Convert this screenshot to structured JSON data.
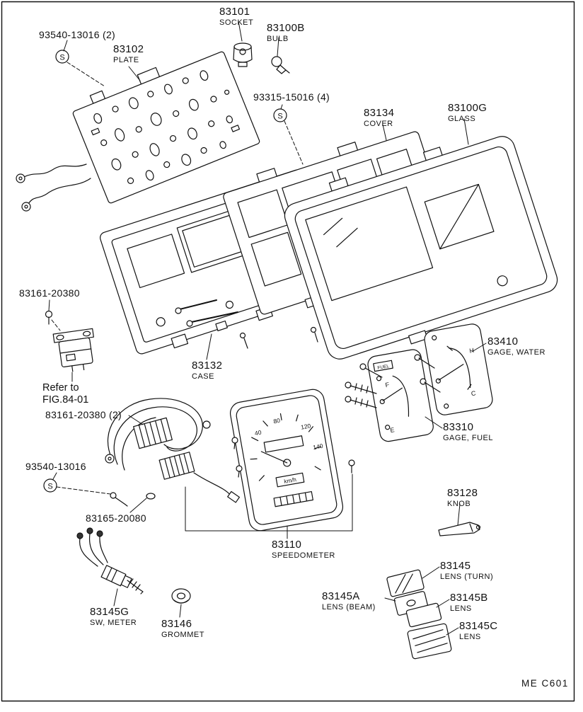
{
  "screw_symbol": "S",
  "footer": {
    "code": "ME  C601"
  },
  "labels": {
    "screw_plate": {
      "code": "93540-13016 (2)"
    },
    "plate": {
      "code": "83102",
      "name": "PLATE"
    },
    "socket": {
      "code": "83101",
      "name": "SOCKET"
    },
    "bulb": {
      "code": "83100B",
      "name": "BULB"
    },
    "screw_cover": {
      "code": "93315-15016 (4)"
    },
    "cover": {
      "code": "83134",
      "name": "COVER"
    },
    "glass": {
      "code": "83100G",
      "name": "GLASS"
    },
    "sensor_upper": {
      "code": "83161-20380"
    },
    "case": {
      "code": "83132",
      "name": "CASE"
    },
    "refer_note": {
      "line1": "Refer to",
      "line2": "FIG.84-01"
    },
    "sensor_pair": {
      "code": "83161-20380 (2)"
    },
    "screw_lower": {
      "code": "93540-13016"
    },
    "fitting": {
      "code": "83165-20080"
    },
    "gage_water": {
      "code": "83410",
      "name": "GAGE, WATER"
    },
    "gage_fuel": {
      "code": "83310",
      "name": "GAGE, FUEL"
    },
    "speedometer": {
      "code": "83110",
      "name": "SPEEDOMETER"
    },
    "knob": {
      "code": "83128",
      "name": "KNOB"
    },
    "lens_turn": {
      "code": "83145",
      "name": "LENS (TURN)"
    },
    "lens_beam": {
      "code": "83145A",
      "name": "LENS (BEAM)"
    },
    "lens_b": {
      "code": "83145B",
      "name": "LENS"
    },
    "lens_c": {
      "code": "83145C",
      "name": "LENS"
    },
    "sw_meter": {
      "code": "83145G",
      "name": "SW, METER"
    },
    "grommet": {
      "code": "83146",
      "name": "GROMMET"
    }
  },
  "speedometer_face": {
    "numbers": [
      "40",
      "80",
      "120",
      "140"
    ],
    "unit": "km/h"
  },
  "gauge_faces": {
    "fuel_top": "F",
    "fuel_bottom": "E",
    "water_top": "H",
    "water_bottom": "C",
    "fuel_tag": "FUEL"
  }
}
